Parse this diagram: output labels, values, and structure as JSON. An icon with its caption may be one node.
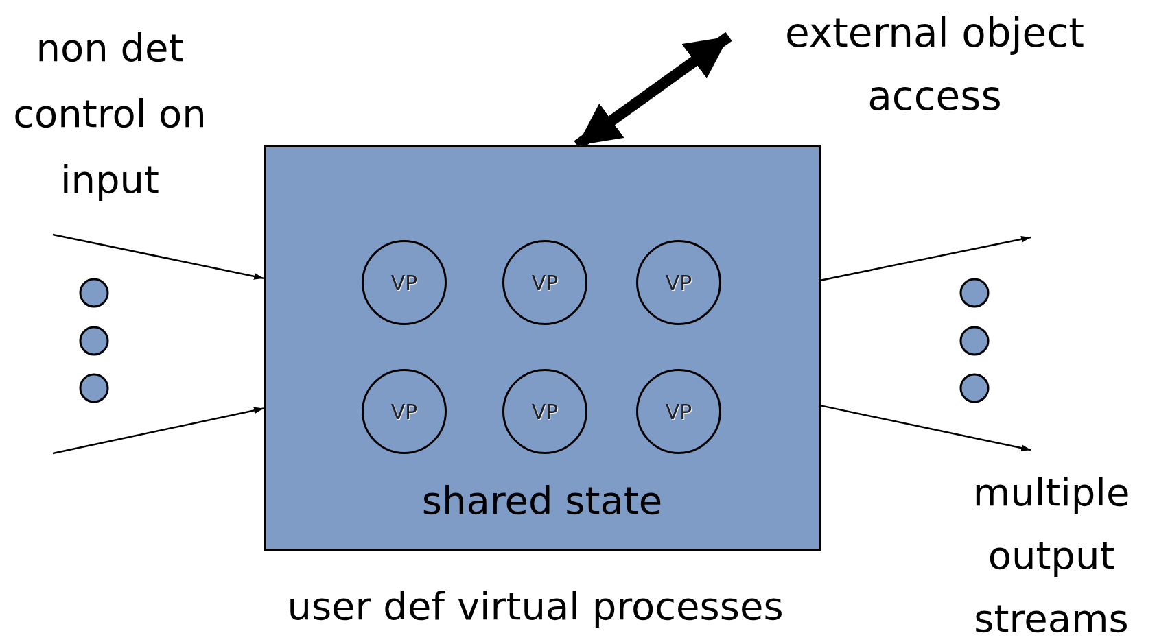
{
  "diagram": {
    "nodes": [
      {
        "text": [
          "shared state"
        ]
      },
      {
        "text": [
          "VP"
        ],
        "in": 0
      },
      {
        "text": [
          "VP"
        ],
        "in": 0
      },
      {
        "text": [
          "VP"
        ],
        "in": 0
      },
      {
        "text": [
          "VP"
        ],
        "in": 0
      },
      {
        "text": [
          "VP"
        ],
        "in": 0
      },
      {
        "text": [
          "VP"
        ],
        "in": 0
      },
      {
        "text": [
          "external object access"
        ]
      }
    ],
    "edges": [
      {
        "from": null,
        "to": 0,
        "arrow": "to"
      },
      {
        "from": null,
        "to": 0,
        "arrow": "to"
      },
      {
        "from": 0,
        "to": null,
        "arrow": "to"
      },
      {
        "from": 0,
        "to": null,
        "arrow": "to"
      },
      {
        "from": 0,
        "to": 7,
        "arrow": "both",
        "style": "thick"
      }
    ],
    "labels": [
      "non det control on input",
      "user def virtual processes",
      "multiple output streams"
    ]
  }
}
